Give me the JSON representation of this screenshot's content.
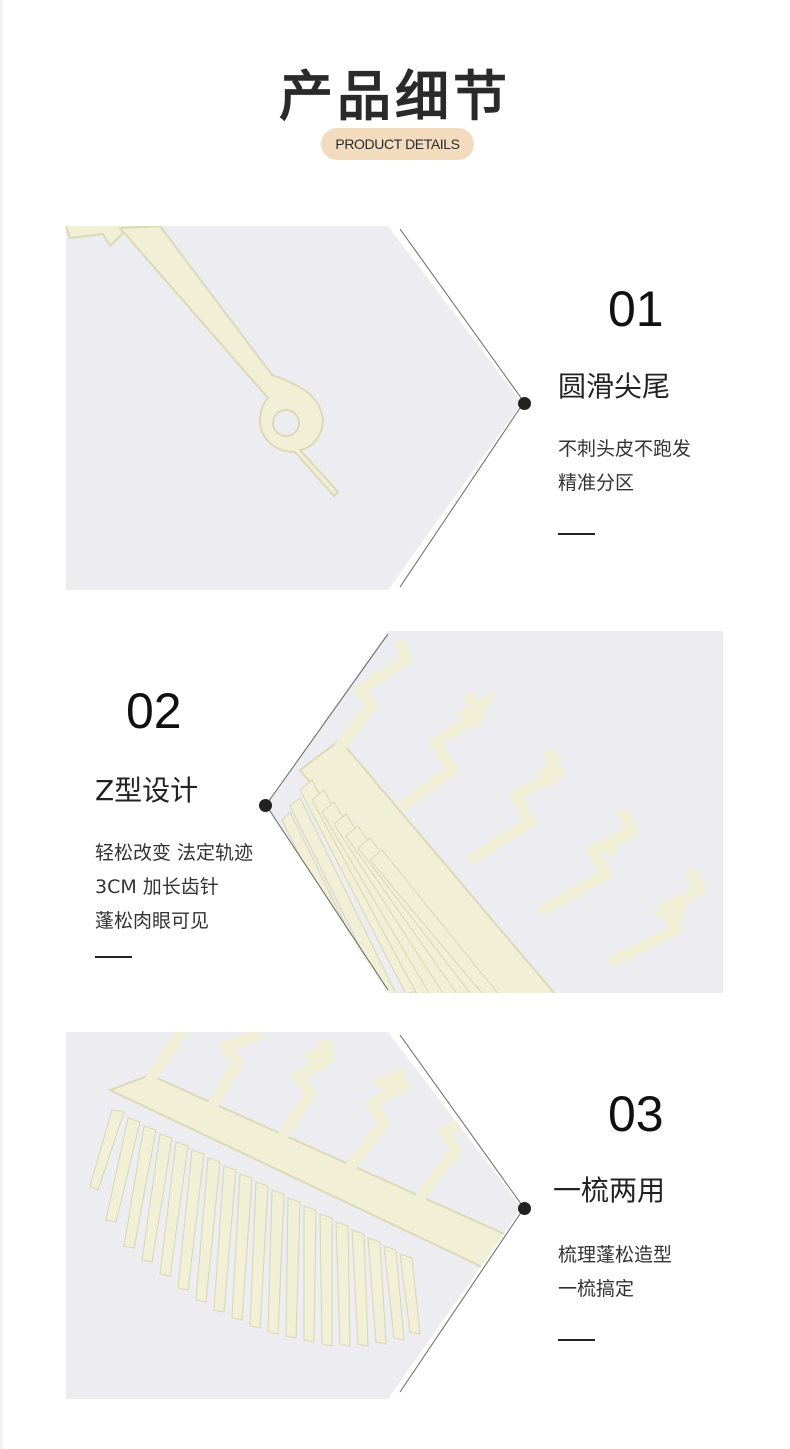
{
  "header": {
    "title": "产品细节",
    "subtitle": "PRODUCT DETAILS"
  },
  "colors": {
    "pill": "#f2dcbd",
    "photo_bg": "#ececf1",
    "comb": "#f1efd6",
    "comb_edge": "#dcd9b7",
    "text": "#222222"
  },
  "details": [
    {
      "number": "01",
      "heading": "圆滑尖尾",
      "lines": [
        "不刺头皮不跑发",
        "精准分区"
      ]
    },
    {
      "number": "02",
      "heading": "Z型设计",
      "lines": [
        "轻松改变 法定轨迹",
        "3CM 加长齿针",
        "蓬松肉眼可见"
      ]
    },
    {
      "number": "03",
      "heading": "一梳两用",
      "lines": [
        "梳理蓬松造型",
        "一梳搞定"
      ]
    }
  ]
}
